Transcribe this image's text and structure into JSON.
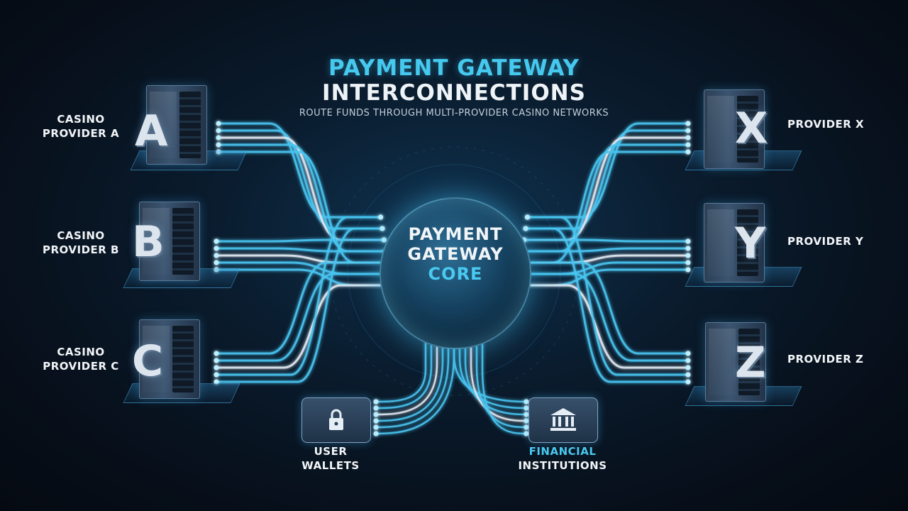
{
  "title": {
    "line1": "PAYMENT GATEWAY",
    "line2": "INTERCONNECTIONS",
    "subtitle": "ROUTE FUNDS THROUGH MULTI-PROVIDER CASINO NETWORKS"
  },
  "core": {
    "line1": "PAYMENT",
    "line2": "GATEWAY",
    "line3": "CORE"
  },
  "left_providers": [
    {
      "letter": "A",
      "line1": "CASINO",
      "line2": "PROVIDER A"
    },
    {
      "letter": "B",
      "line1": "CASINO",
      "line2": "PROVIDER B"
    },
    {
      "letter": "C",
      "line1": "CASINO",
      "line2": "PROVIDER C"
    }
  ],
  "right_providers": [
    {
      "letter": "X",
      "label": "PROVIDER X"
    },
    {
      "letter": "Y",
      "label": "PROVIDER Y"
    },
    {
      "letter": "Z",
      "label": "PROVIDER Z"
    }
  ],
  "bottom": {
    "wallets": {
      "line1": "USER",
      "line2": "WALLETS",
      "icon": "padlock-icon"
    },
    "institutions": {
      "line1": "FINANCIAL",
      "line2": "INSTITUTIONS",
      "icon": "bank-icon"
    }
  },
  "colors": {
    "accent": "#46c9ef",
    "wire": "#48c4f0",
    "wire_white": "#dfe9f2",
    "background": "#070f1a",
    "text": "#f2f5f8"
  }
}
